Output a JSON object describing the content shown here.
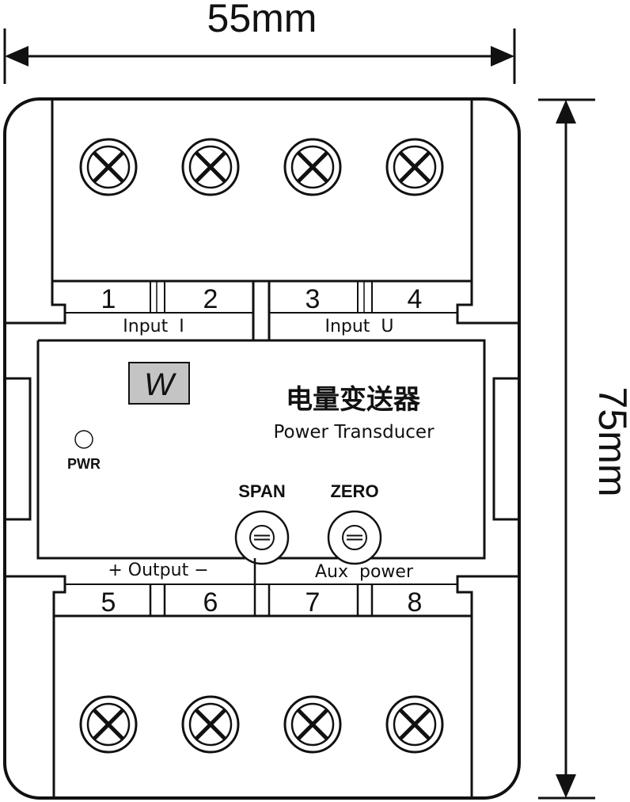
{
  "dimensions": {
    "width_label": "55mm",
    "height_label": "75mm"
  },
  "device": {
    "logo": "W",
    "title_cn": "电量变送器",
    "title_en": "Power Transducer",
    "pwr_label": "PWR",
    "span_label": "SPAN",
    "zero_label": "ZERO"
  },
  "top_block": {
    "terminals": [
      "1",
      "2",
      "3",
      "4"
    ],
    "group_labels": [
      "Input  I",
      "Input  U"
    ]
  },
  "bottom_block": {
    "terminals": [
      "5",
      "6",
      "7",
      "8"
    ],
    "group_labels": [
      "+ Output −",
      "Aux  power"
    ]
  }
}
